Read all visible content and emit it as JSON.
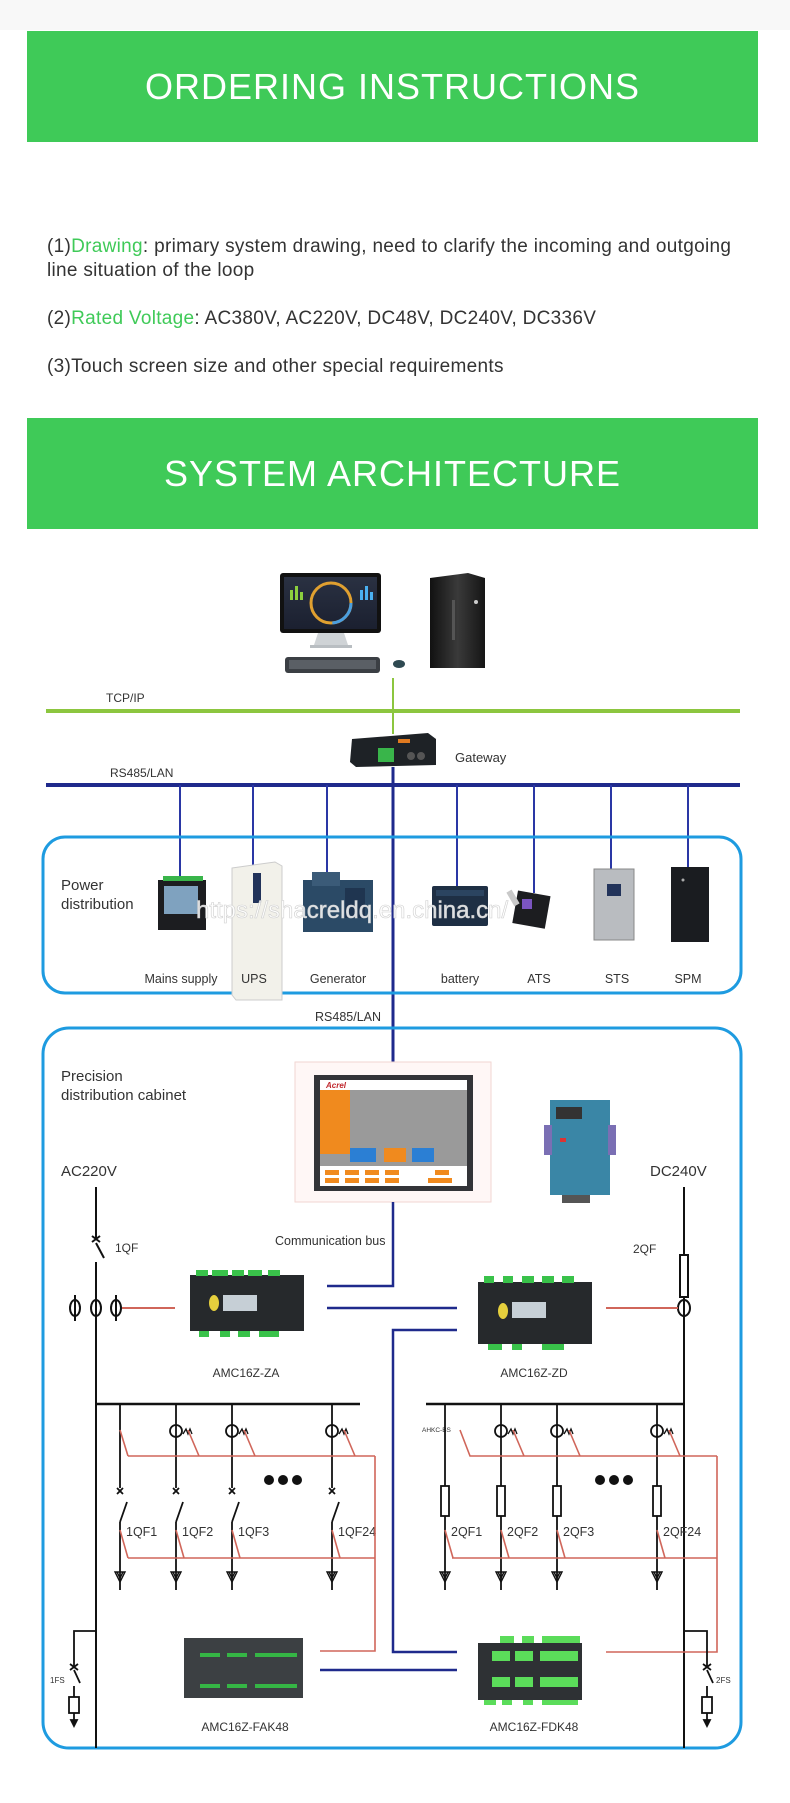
{
  "banners": {
    "ordering": "ORDERING INSTRUCTIONS",
    "architecture": "SYSTEM ARCHITECTURE"
  },
  "colors": {
    "banner_green": "#3fca58",
    "tcpip_line": "#8cc63f",
    "rs485_line": "#1f2a8c",
    "box_border": "#1e9be0",
    "signal_red": "#d0665a"
  },
  "ordering": {
    "items": [
      {
        "prefix": "(1)",
        "highlight": "Drawing",
        "text": ": primary system drawing, need to clarify the incoming and outgoing line situation of the loop"
      },
      {
        "prefix": "(2)",
        "highlight": "Rated Voltage",
        "text": ": AC380V, AC220V, DC48V, DC240V, DC336V"
      },
      {
        "prefix": "(3)",
        "highlight": "",
        "text": "Touch screen size and other special requirements"
      }
    ]
  },
  "diagram": {
    "tcpip_label": "TCP/IP",
    "rs485_label": "RS485/LAN",
    "gateway_label": "Gateway",
    "rs485_label_2": "RS485/LAN",
    "watermark": "https://shacreldq.en.china.cn/",
    "power_distribution": {
      "title_line1": "Power",
      "title_line2": "distribution",
      "devices": [
        "Mains supply",
        "UPS",
        "Generator",
        "battery",
        "ATS",
        "STS",
        "SPM"
      ]
    },
    "precision_cabinet": {
      "title_line1": "Precision",
      "title_line2": "distribution cabinet",
      "ac_label": "AC220V",
      "dc_label": "DC240V",
      "screen_brand": "Acrel",
      "comm_bus_label": "Communication bus",
      "main_breaker_ac": "1QF",
      "main_breaker_dc": "2QF",
      "module_ac": "AMC16Z-ZA",
      "module_dc": "AMC16Z-ZD",
      "sensor_label": "AHKC-BS",
      "ac_branches": [
        "1QF1",
        "1QF2",
        "1QF3",
        "1QF24"
      ],
      "dc_branches": [
        "2QF1",
        "2QF2",
        "2QF3",
        "2QF24"
      ],
      "ac_spd": "1FS",
      "dc_spd": "2FS",
      "feeder_module_ac": "AMC16Z-FAK48",
      "feeder_module_dc": "AMC16Z-FDK48"
    }
  }
}
